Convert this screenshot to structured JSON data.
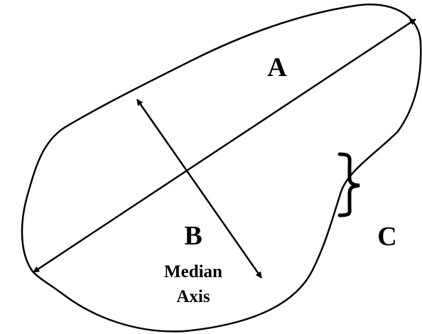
{
  "labels": {
    "a": "A",
    "b": "B",
    "c": "C",
    "median_line1": "Median",
    "median_line2": "Axis"
  },
  "colors": {
    "stroke": "#000000",
    "background": "#ffffff"
  }
}
